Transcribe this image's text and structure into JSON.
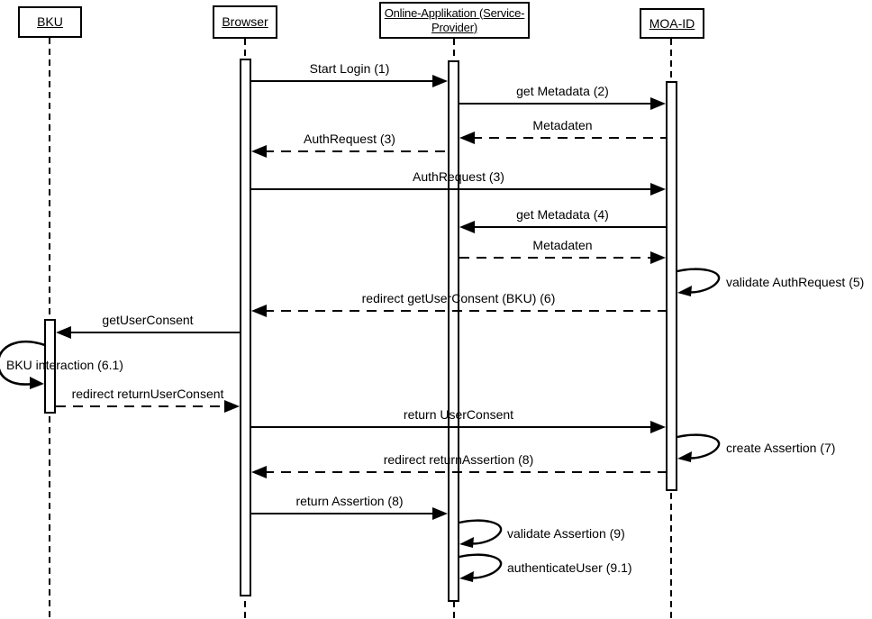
{
  "diagram": {
    "type": "uml-sequence-diagram",
    "colors": {
      "background": "#ffffff",
      "ink": "#000000"
    }
  },
  "actors": [
    {
      "id": "bku",
      "label": "BKU"
    },
    {
      "id": "browser",
      "label": "Browser"
    },
    {
      "id": "service-provider",
      "label": "Online-Applikation (Service-Provider)"
    },
    {
      "id": "moa-id",
      "label": "MOA-ID"
    }
  ],
  "messages": [
    {
      "label": "Start Login (1)",
      "from": "Browser",
      "to": "Online-Applikation (Service-Provider)",
      "line": "solid"
    },
    {
      "label": "get Metadata (2)",
      "from": "Online-Applikation (Service-Provider)",
      "to": "MOA-ID",
      "line": "solid"
    },
    {
      "label": "Metadaten",
      "from": "MOA-ID",
      "to": "Online-Applikation (Service-Provider)",
      "line": "dashed"
    },
    {
      "label": "AuthRequest (3)",
      "from": "Online-Applikation (Service-Provider)",
      "to": "Browser",
      "line": "dashed"
    },
    {
      "label": "AuthRequest (3)",
      "from": "Browser",
      "to": "MOA-ID",
      "line": "solid"
    },
    {
      "label": "get Metadata (4)",
      "from": "MOA-ID",
      "to": "Online-Applikation (Service-Provider)",
      "line": "solid"
    },
    {
      "label": "Metadaten",
      "from": "Online-Applikation (Service-Provider)",
      "to": "MOA-ID",
      "line": "dashed"
    },
    {
      "label": "validate AuthRequest (5)",
      "from": "MOA-ID",
      "to": "MOA-ID",
      "line": "self"
    },
    {
      "label": "redirect getUserConsent (BKU) (6)",
      "from": "MOA-ID",
      "to": "Browser",
      "line": "dashed"
    },
    {
      "label": "getUserConsent",
      "from": "Browser",
      "to": "BKU",
      "line": "solid"
    },
    {
      "label": "BKU interaction (6.1)",
      "from": "BKU",
      "to": "BKU",
      "line": "self"
    },
    {
      "label": "redirect returnUserConsent",
      "from": "BKU",
      "to": "Browser",
      "line": "dashed"
    },
    {
      "label": "return UserConsent",
      "from": "Browser",
      "to": "MOA-ID",
      "line": "solid"
    },
    {
      "label": "create Assertion (7)",
      "from": "MOA-ID",
      "to": "MOA-ID",
      "line": "self"
    },
    {
      "label": "redirect returnAssertion (8)",
      "from": "MOA-ID",
      "to": "Browser",
      "line": "dashed"
    },
    {
      "label": "return Assertion (8)",
      "from": "Browser",
      "to": "Online-Applikation (Service-Provider)",
      "line": "solid"
    },
    {
      "label": "validate Assertion (9)",
      "from": "Online-Applikation (Service-Provider)",
      "to": "Online-Applikation (Service-Provider)",
      "line": "self"
    },
    {
      "label": "authenticateUser (9.1)",
      "from": "Online-Applikation (Service-Provider)",
      "to": "Online-Applikation (Service-Provider)",
      "line": "self"
    }
  ]
}
